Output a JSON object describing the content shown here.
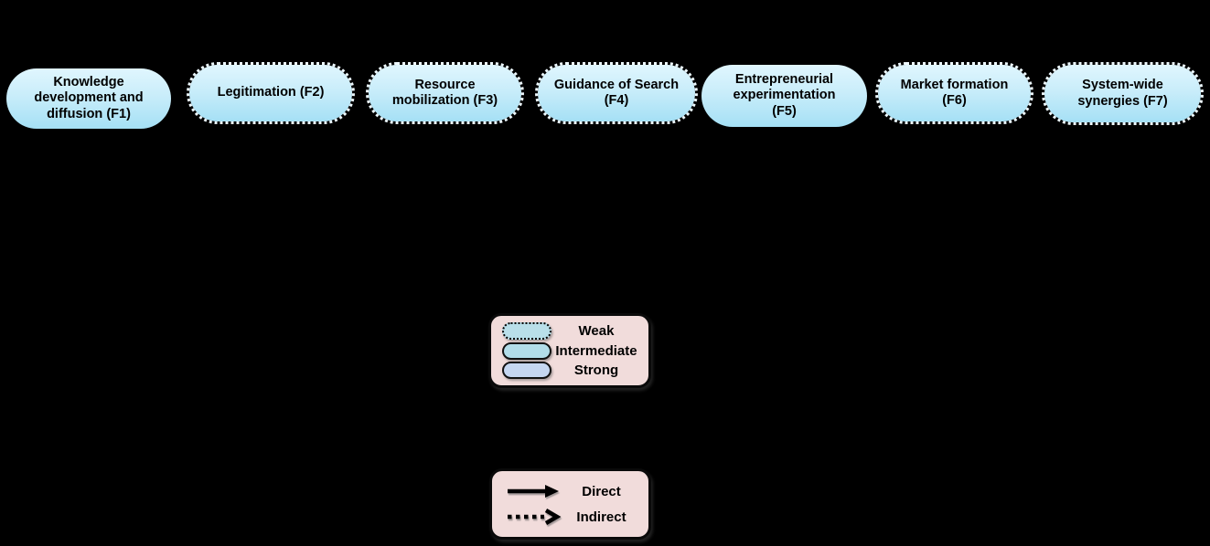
{
  "functions": [
    {
      "id": "F1",
      "label": "Knowledge\ndevelopment and\ndiffusion (F1)",
      "strength": "intermediate"
    },
    {
      "id": "F2",
      "label": "Legitimation (F2)",
      "strength": "weak"
    },
    {
      "id": "F3",
      "label": "Resource\nmobilization (F3)",
      "strength": "weak"
    },
    {
      "id": "F4",
      "label": "Guidance of Search\n(F4)",
      "strength": "weak"
    },
    {
      "id": "F5",
      "label": "Entrepreneurial\nexperimentation\n(F5)",
      "strength": "intermediate"
    },
    {
      "id": "F6",
      "label": "Market formation\n(F6)",
      "strength": "weak"
    },
    {
      "id": "F7",
      "label": "System-wide\nsynergies (F7)",
      "strength": "weak"
    }
  ],
  "strength_legend": {
    "items": [
      {
        "label": "Weak",
        "style": "weak-dotted-pill"
      },
      {
        "label": "Intermediate",
        "style": "solid-cyan-pill"
      },
      {
        "label": "Strong",
        "style": "solid-blue-pill"
      }
    ]
  },
  "arrow_legend": {
    "items": [
      {
        "label": "Direct",
        "style": "solid-arrow"
      },
      {
        "label": "Indirect",
        "style": "dotted-arrow"
      }
    ]
  },
  "colors": {
    "background": "#000000",
    "box_fill_top": "#e0f6fe",
    "box_fill_bottom": "#a5e0f5",
    "weak_box_dot_border": "#edf8fd",
    "legend_background": "#f1dcdb",
    "legend_border": "#0a0a0a",
    "pill_weak_fill": "#b9dfe9",
    "pill_intermediate_fill": "#b2dde9",
    "pill_strong_fill": "#c5d7f1",
    "arrow_color": "#000000",
    "text_color": "#000000"
  }
}
